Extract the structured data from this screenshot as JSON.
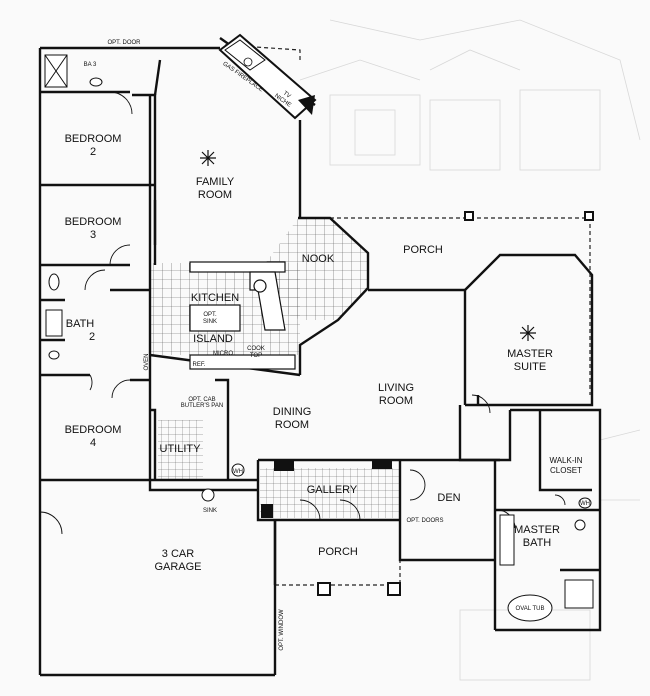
{
  "rooms": {
    "bedroom2": [
      "BEDROOM",
      "2"
    ],
    "bedroom3": [
      "BEDROOM",
      "3"
    ],
    "bedroom4": [
      "BEDROOM",
      "4"
    ],
    "family_room": [
      "FAMILY",
      "ROOM"
    ],
    "nook": "NOOK",
    "kitchen": "KITCHEN",
    "island": "ISLAND",
    "porch_rear": "PORCH",
    "master_suite": [
      "MASTER",
      "SUITE"
    ],
    "living_room": [
      "LIVING",
      "ROOM"
    ],
    "dining_room": [
      "DINING",
      "ROOM"
    ],
    "bath": "BATH",
    "bath_num": "2",
    "ba3": "BA 3",
    "utility": "UTILITY",
    "gallery": "GALLERY",
    "den": "DEN",
    "porch_front": "PORCH",
    "garage": [
      "3 CAR",
      "GARAGE"
    ],
    "master_bath": [
      "MASTER",
      "BATH"
    ],
    "walkin_closet": [
      "WALK-IN",
      "CLOSET"
    ]
  },
  "fixtures": {
    "opt_door": "OPT. DOOR",
    "gas_fireplace": "GAS FIREPLACE",
    "tv_niche": [
      "TV",
      "NICHE"
    ],
    "opt_sink": [
      "OPT.",
      "SINK"
    ],
    "cook_top": [
      "COOK",
      "TOP"
    ],
    "micro": "MICRO",
    "ref": "REF.",
    "oven": "OVEN",
    "opt_cab": [
      "OPT. CAB",
      "BUTLER'S PAN"
    ],
    "sink": "SINK",
    "wh": "WH",
    "wh_master": "WH",
    "opt_doors": "OPT. DOORS",
    "oval_tub": "OVAL TUB",
    "opt_window": "OPT. WINDOW"
  }
}
